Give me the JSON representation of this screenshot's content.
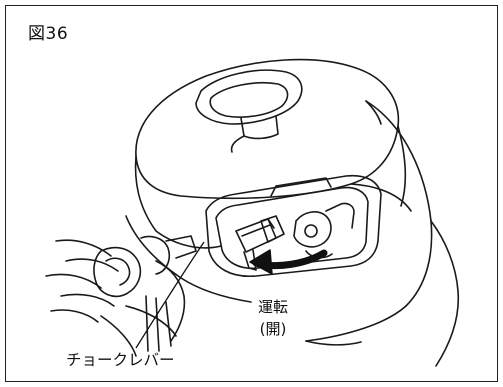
{
  "figure": {
    "label": "図36"
  },
  "callouts": {
    "run_line1": "運転",
    "run_line2": "(開)",
    "choke_lever": "チョークレバー"
  },
  "icons": {
    "direction_arrow": "curved-arrow-left-icon"
  }
}
